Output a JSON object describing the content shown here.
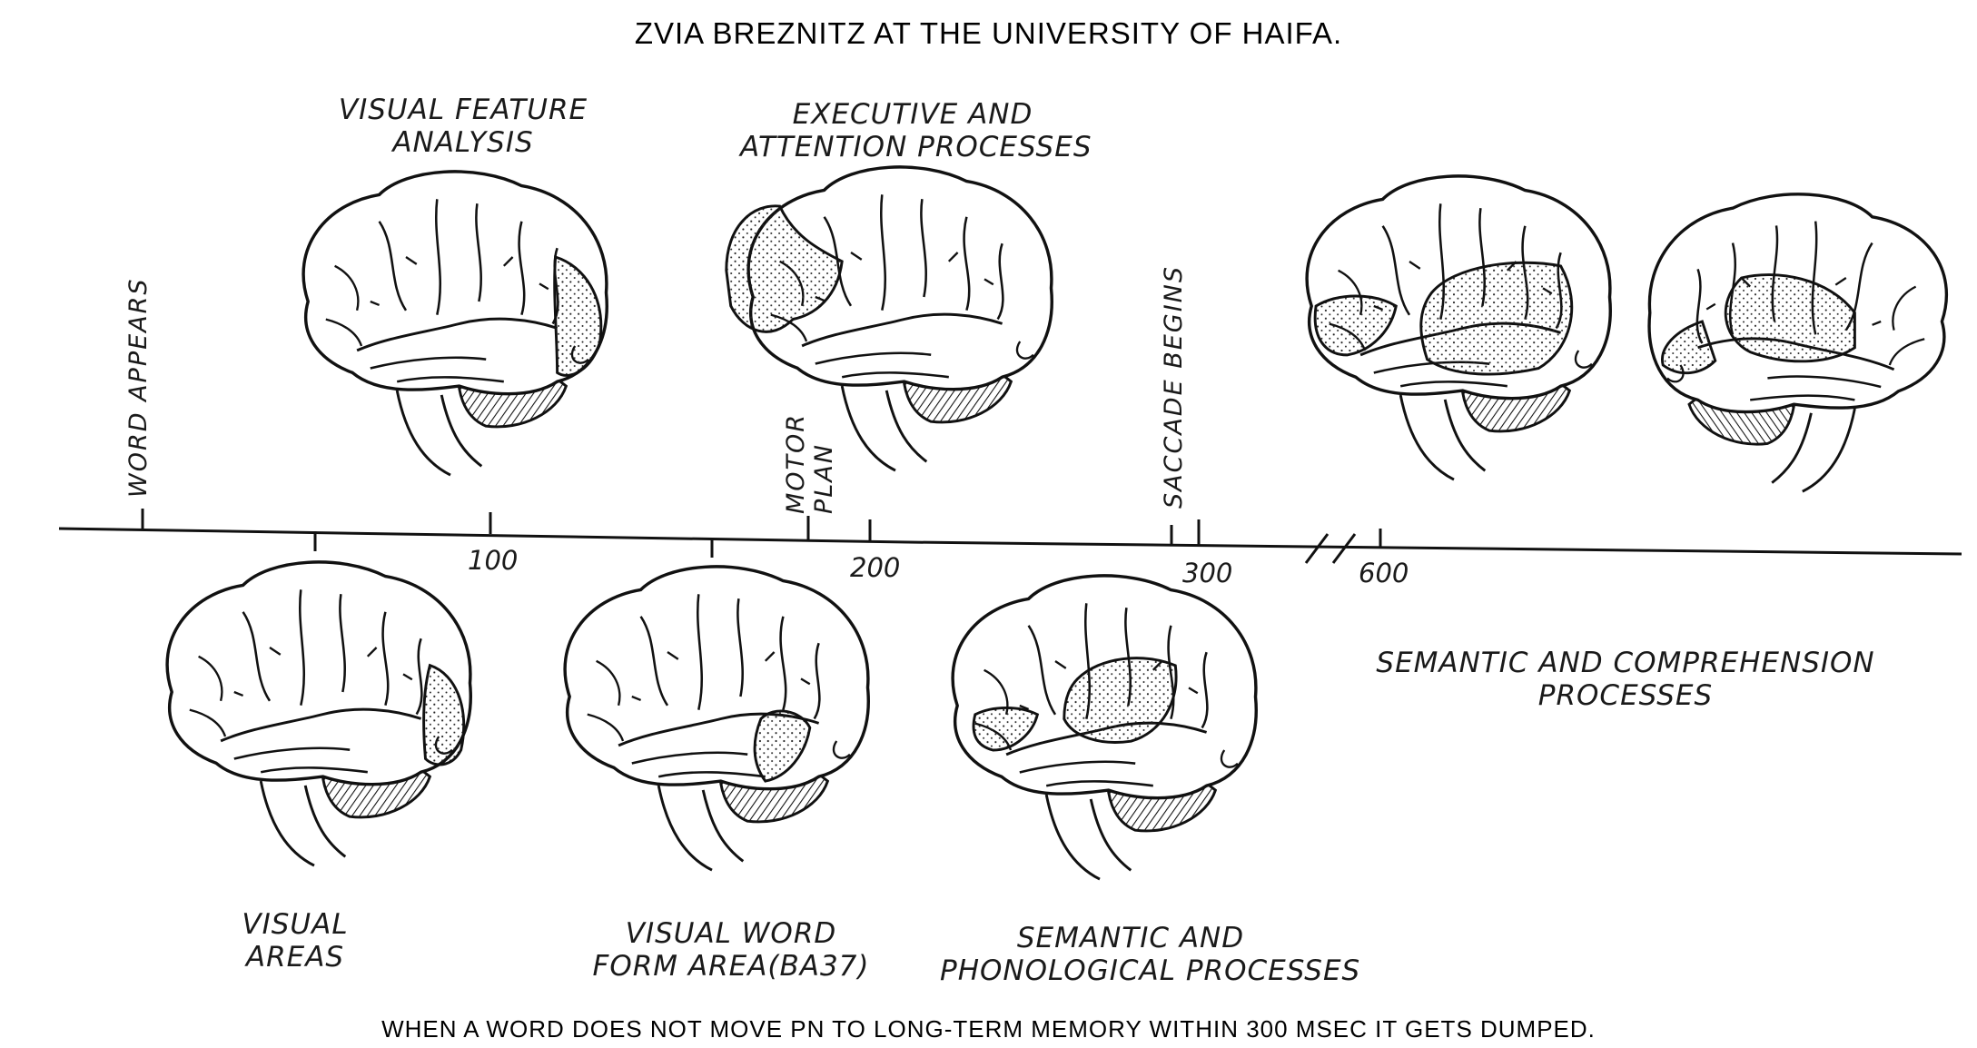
{
  "title": "ZVIA BREZNITZ AT THE UNIVERSITY OF HAIFA.",
  "caption": "WHEN A WORD DOES NOT MOVE PN TO LONG-TERM MEMORY WITHIN 300 MSEC IT GETS DUMPED.",
  "timeline": {
    "ticks": [
      "100",
      "200",
      "300",
      "600"
    ],
    "events": {
      "word_appears": "WORD APPEARS",
      "motor_line1": "MOTOR",
      "motor_line2": "PLAN",
      "saccade": "SACCADE BEGINS"
    }
  },
  "labels": {
    "visual_feature": [
      "VISUAL FEATURE",
      "ANALYSIS"
    ],
    "executive": [
      "EXECUTIVE AND",
      "ATTENTION PROCESSES"
    ],
    "visual_areas": [
      "VISUAL",
      "AREAS"
    ],
    "word_form": [
      "VISUAL WORD",
      "FORM AREA(BA37)"
    ],
    "semantic_phon": [
      "SEMANTIC AND",
      "PHONOLOGICAL PROCESSES"
    ],
    "semantic_comp": [
      "SEMANTIC AND COMPREHENSION",
      "PROCESSES"
    ]
  }
}
